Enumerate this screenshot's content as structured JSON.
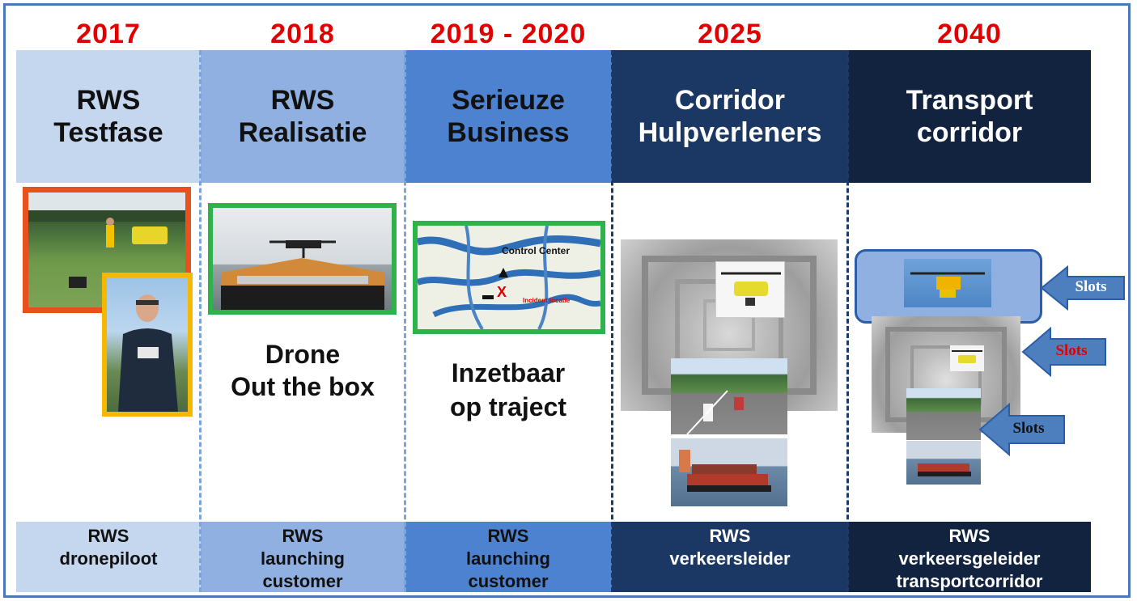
{
  "columns": [
    {
      "year": "2017",
      "stage": [
        "RWS",
        "Testfase"
      ],
      "role": [
        "RWS",
        "dronepiloot"
      ]
    },
    {
      "year": "2018",
      "stage": [
        "RWS",
        "Realisatie"
      ],
      "role": [
        "RWS",
        "launching",
        "customer"
      ]
    },
    {
      "year": "2019 - 2020",
      "stage": [
        "Serieuze",
        "Business"
      ],
      "role": [
        "RWS",
        "launching",
        "customer"
      ]
    },
    {
      "year": "2025",
      "stage": [
        "Corridor",
        "Hulpverleners"
      ],
      "role": [
        "RWS",
        "verkeersleider"
      ]
    },
    {
      "year": "2040",
      "stage": [
        "Transport",
        "corridor"
      ],
      "role": [
        "RWS",
        "verkeersgeleider",
        "transportcorridor"
      ]
    }
  ],
  "captions": {
    "col2": [
      "Drone",
      "Out the box"
    ],
    "col3": [
      "Inzetbaar",
      "op traject"
    ]
  },
  "map": {
    "control_center": "Control Center",
    "incident": "Incident locatie"
  },
  "slots": [
    "Slots",
    "Slots",
    "Slots"
  ],
  "colors": {
    "year_red": "#e00000",
    "col1": "#c5d7ef",
    "col2": "#8fb0e0",
    "col3": "#4d82d0",
    "col4": "#1b3764",
    "col5": "#11233f",
    "green_frame": "#2db34a",
    "orange_frame": "#e8501e",
    "yellow_frame": "#f5b800",
    "arrow_fill": "#4d7fbf"
  }
}
